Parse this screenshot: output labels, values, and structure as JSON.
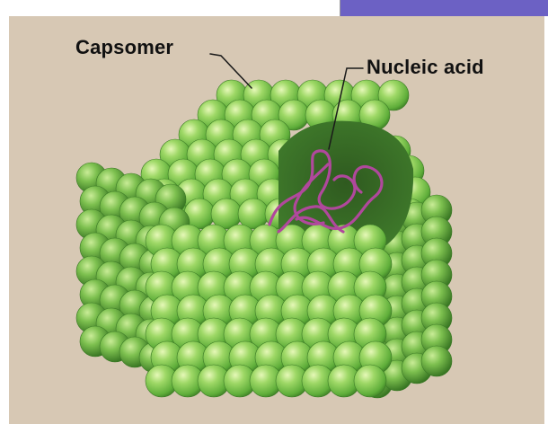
{
  "labels": {
    "capsomer": "Capsomer",
    "nucleic_acid": "Nucleic acid"
  },
  "colors": {
    "background": "#d7c8b4",
    "capsomer_fill": "#8fcf5a",
    "capsomer_shadow": "#3f8a2a",
    "nucleic_acid": "#b0489c",
    "leader": "#1a1a1a",
    "corner_band": "#6c61c4"
  },
  "parts": [
    {
      "name": "capsomer",
      "label_key": "capsomer"
    },
    {
      "name": "nucleic-acid",
      "label_key": "nucleic_acid"
    }
  ]
}
